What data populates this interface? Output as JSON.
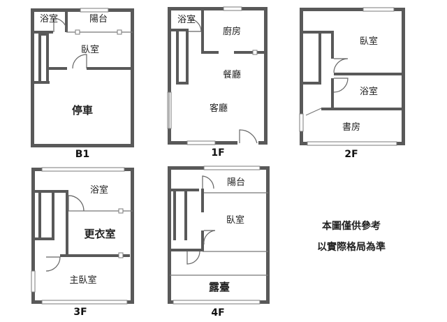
{
  "floors": {
    "b1": {
      "label": "B1",
      "rooms": {
        "bath": "浴室",
        "balcony": "陽台",
        "bedroom": "臥室",
        "garage": "停車"
      }
    },
    "f1": {
      "label": "1F",
      "rooms": {
        "bath": "浴室",
        "kitchen": "廚房",
        "dining": "餐廳",
        "living": "客廳"
      }
    },
    "f2": {
      "label": "2F",
      "rooms": {
        "bedroom": "臥室",
        "bath": "浴室",
        "study": "書房"
      }
    },
    "f3": {
      "label": "3F",
      "rooms": {
        "bath": "浴室",
        "closet": "更衣室",
        "master": "主臥室"
      }
    },
    "f4": {
      "label": "4F",
      "rooms": {
        "balcony": "陽台",
        "bedroom": "臥室",
        "terrace": "露臺"
      }
    }
  },
  "disclaimer": {
    "line1": "本圖僅供參考",
    "line2": "以實際格局為準"
  }
}
